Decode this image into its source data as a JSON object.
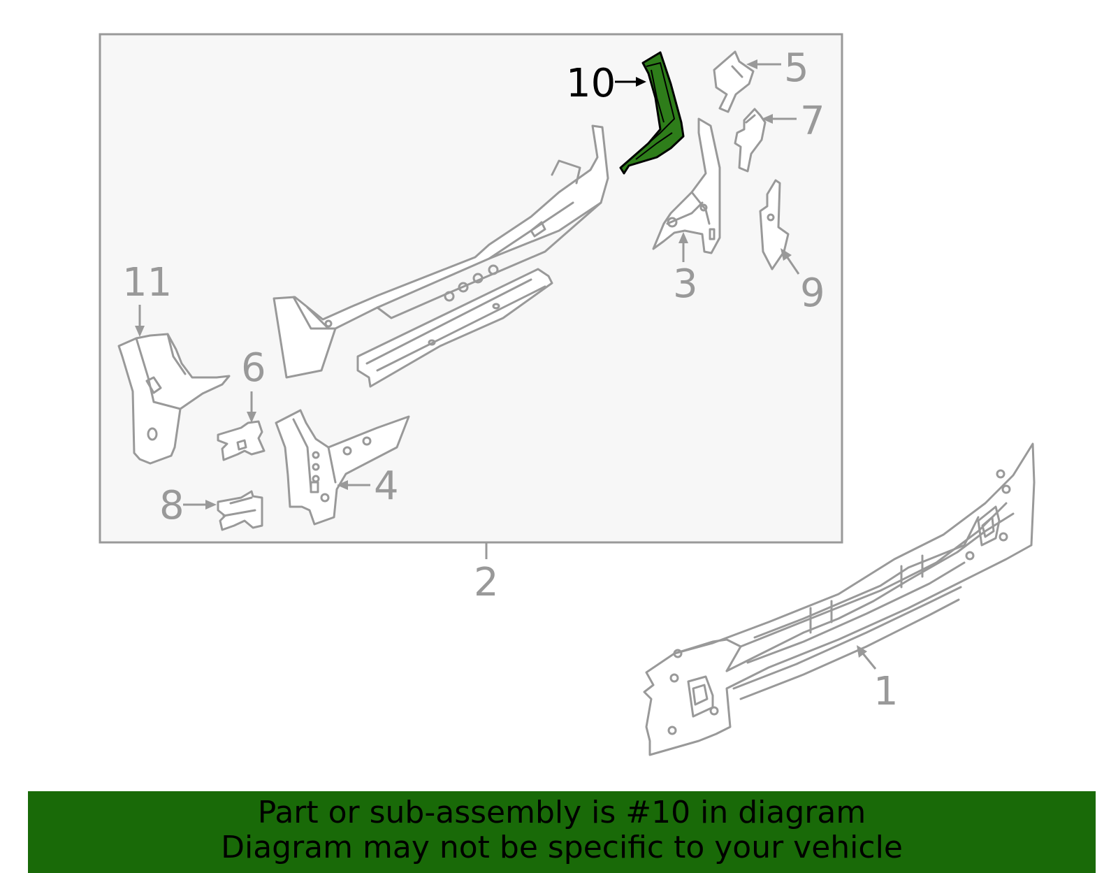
{
  "diagram": {
    "highlight_color": "#2e7d1a",
    "callouts": {
      "c1": "1",
      "c2": "2",
      "c3": "3",
      "c4": "4",
      "c5": "5",
      "c6": "6",
      "c7": "7",
      "c8": "8",
      "c9": "9",
      "c10": "10",
      "c11": "11"
    }
  },
  "banner": {
    "line1": "Part or sub-assembly is #10 in diagram",
    "line2": "Diagram may not be specific to your vehicle",
    "background": "#196a08"
  }
}
